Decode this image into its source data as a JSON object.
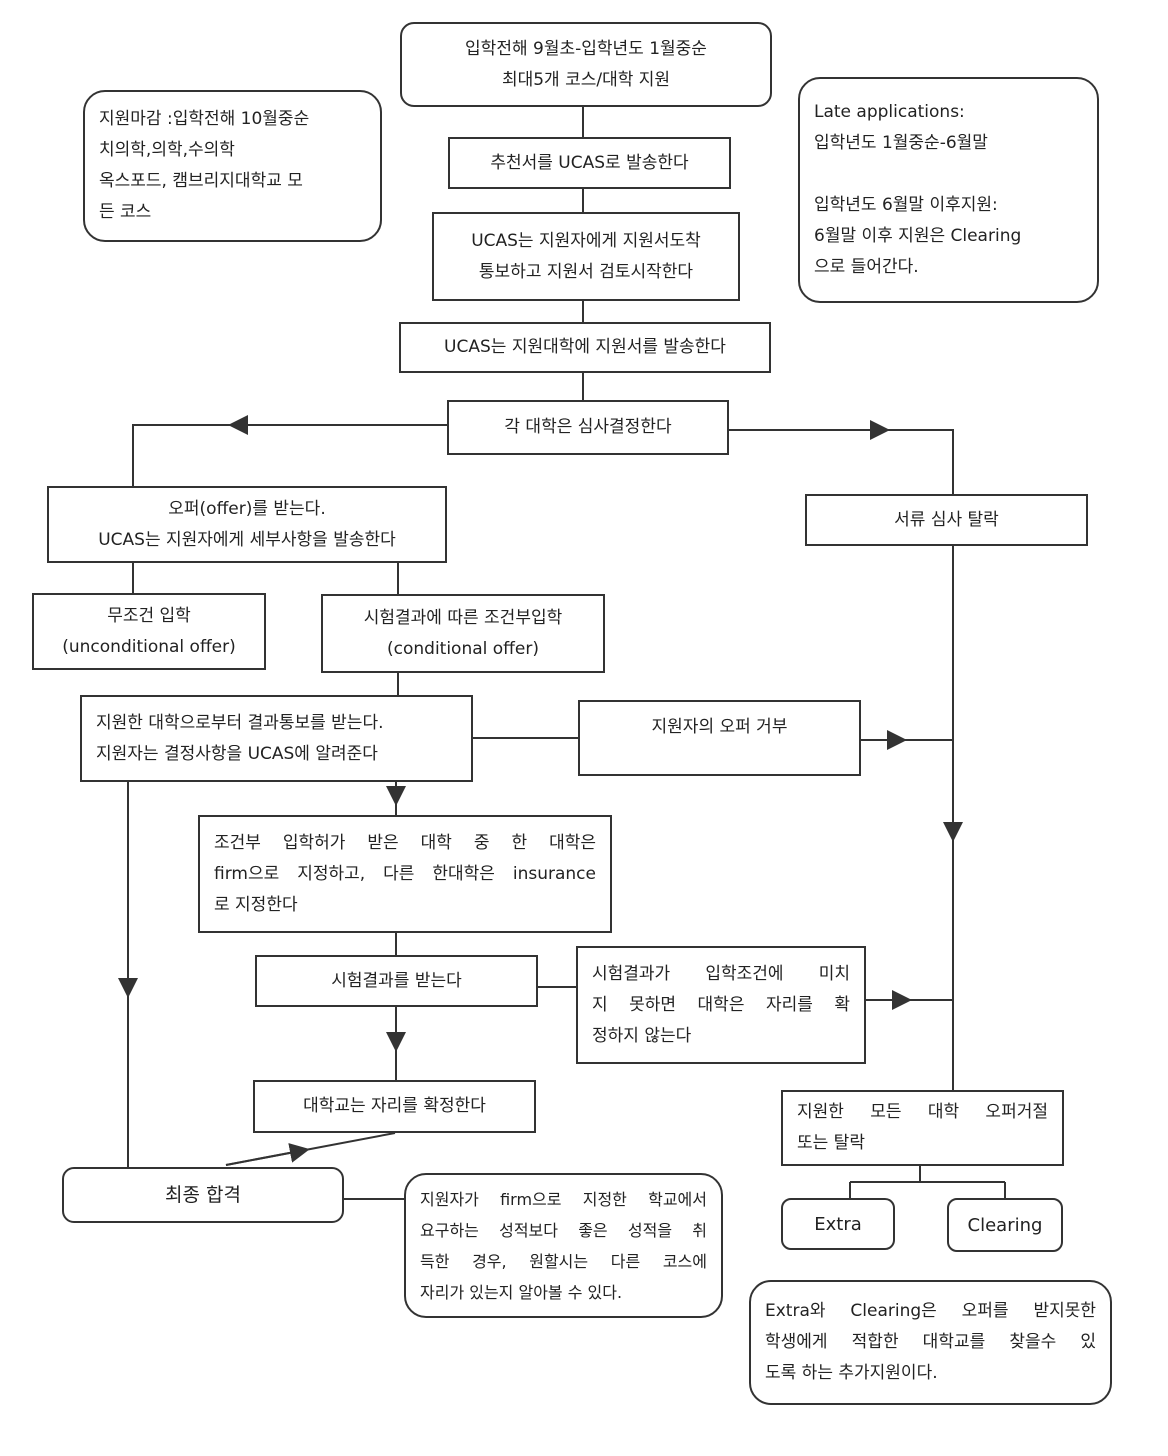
{
  "title": "UCAS 지원 절차",
  "nodes": {
    "start": [
      "입학전해 9월초-입학년도 1월중순",
      "최대5개 코스/대학 지원"
    ],
    "deadline": [
      "지원마감 :입학전해 10월중순",
      "치의학,의학,수의학",
      "옥스포드, 캠브리지대학교 모",
      "든 코스"
    ],
    "late": [
      "Late applications:",
      "입학년도 1월중순-6월말",
      "",
      "입학년도 6월말 이후지원:",
      "6월말 이후 지원은 Clearing",
      "으로 들어간다."
    ],
    "reference": [
      "추천서를 UCAS로 발송한다"
    ],
    "ucas_receipt": [
      "UCAS는 지원자에게 지원서도착",
      "통보하고 지원서 검토시작한다"
    ],
    "ucas_send": [
      "UCAS는 지원대학에 지원서를 발송한다"
    ],
    "decision": [
      "각 대학은 심사결정한다"
    ],
    "offer": [
      "오퍼(offer)를 받는다.",
      "UCAS는 지원자에게 세부사항을 발송한다"
    ],
    "rejected": [
      "서류 심사 탈락"
    ],
    "unconditional": [
      "무조건 입학",
      "(unconditional offer)"
    ],
    "conditional": [
      "시험결과에 따른 조건부입학",
      "(conditional offer)"
    ],
    "results_notice": [
      "지원한 대학으로부터 결과통보를 받는다.",
      "지원자는 결정사항을 UCAS에 알려준다"
    ],
    "decline": [
      "지원자의 오퍼 거부"
    ],
    "firm_insurance": [
      "조건부 입학허가 받은 대학 중 한 대학은",
      "firm으로 지정하고, 다른 한대학은 insurance",
      "로 지정한다"
    ],
    "exam_results": [
      "시험결과를 받는다"
    ],
    "not_met": [
      "시험결과가 입학조건에 미치",
      "지 못하면 대학은 자리를 확",
      "정하지 않는다"
    ],
    "confirmed": [
      "대학교는 자리를 확정한다"
    ],
    "final": [
      "최종 합격"
    ],
    "firm_note": [
      "지원자가 firm으로 지정한 학교에서",
      "요구하는 성적보다 좋은 성적을 취",
      "득한 경우, 원할시는 다른 코스에",
      "자리가 있는지 알아볼 수 있다."
    ],
    "all_rejected": [
      "지원한 모든 대학 오퍼거절",
      "또는 탈락"
    ],
    "extra": [
      "Extra"
    ],
    "clearing": [
      "Clearing"
    ],
    "extra_note": [
      "Extra와 Clearing은 오퍼를 받지못한",
      "학생에게 적합한 대학교를 찾을수 있",
      "도록 하는 추가지원이다."
    ]
  }
}
